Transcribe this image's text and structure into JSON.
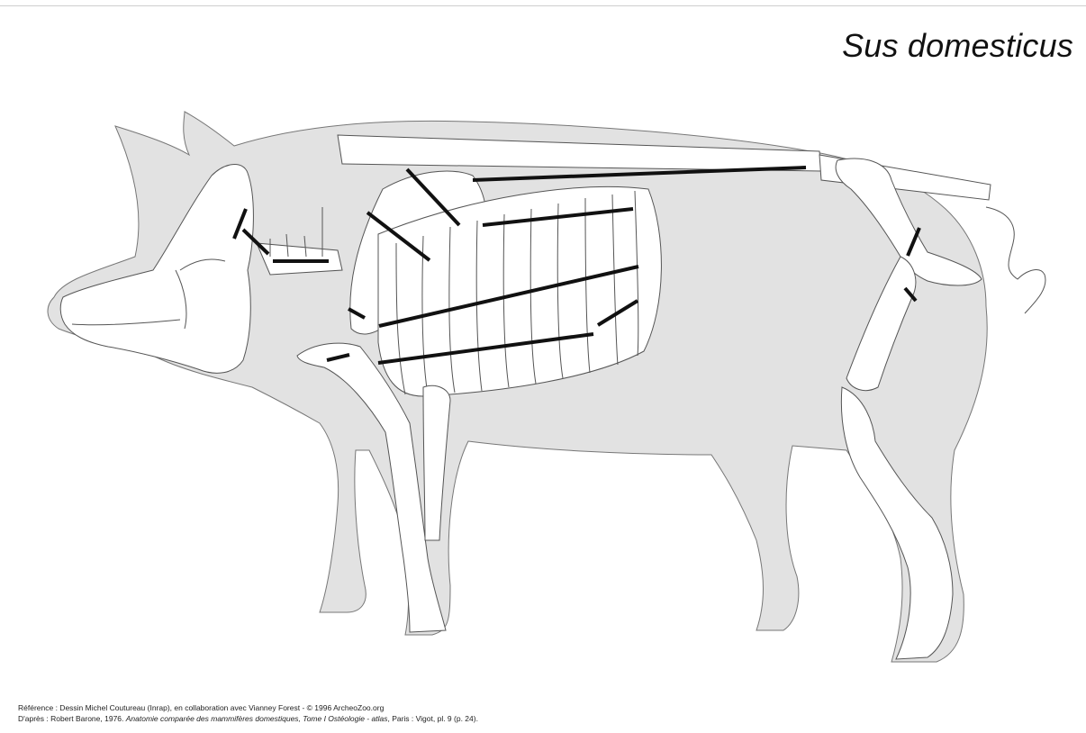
{
  "title": "Sus domesticus",
  "credits": {
    "line1": "Référence : Dessin Michel Coutureau (Inrap), en collaboration avec Vianney Forest - © 1996 ArcheoZoo.org",
    "line2_prefix": "D'après : Robert Barone, 1976. ",
    "line2_book": "Anatomie comparée des mammifères domestiques, Tome I Ostéologie - atlas",
    "line2_suffix": ", Paris : Vigot, pl. 9 (p. 24)."
  },
  "colors": {
    "silhouette": "#e2e2e2",
    "bone": "#ffffff",
    "outline": "#555555",
    "cut_marks": "#111111"
  }
}
